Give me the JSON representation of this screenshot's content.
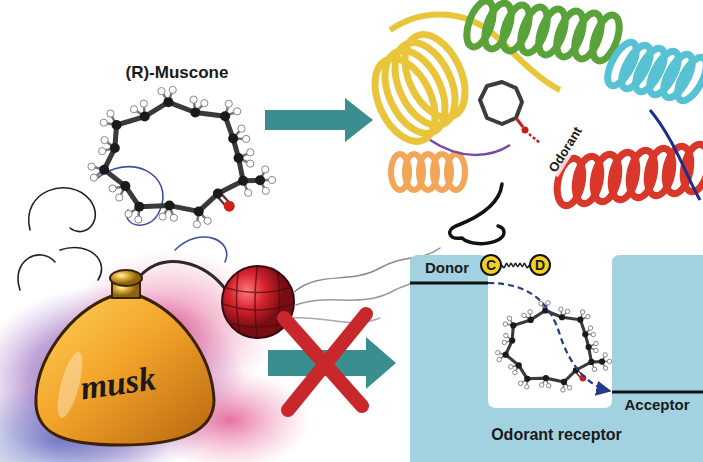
{
  "diagram": {
    "nodes": [
      {
        "text": [
          "Odorant receptor"
        ]
      },
      {
        "text": [
          "C"
        ],
        "in": 0
      },
      {
        "text": [
          "D"
        ],
        "in": 0
      }
    ],
    "edges": [
      {
        "from": 1,
        "to": 2,
        "arrow": "none"
      }
    ],
    "labels": [
      "(R)-Muscone",
      "musk",
      "Odorant",
      "Donor",
      "Acceptor"
    ]
  }
}
